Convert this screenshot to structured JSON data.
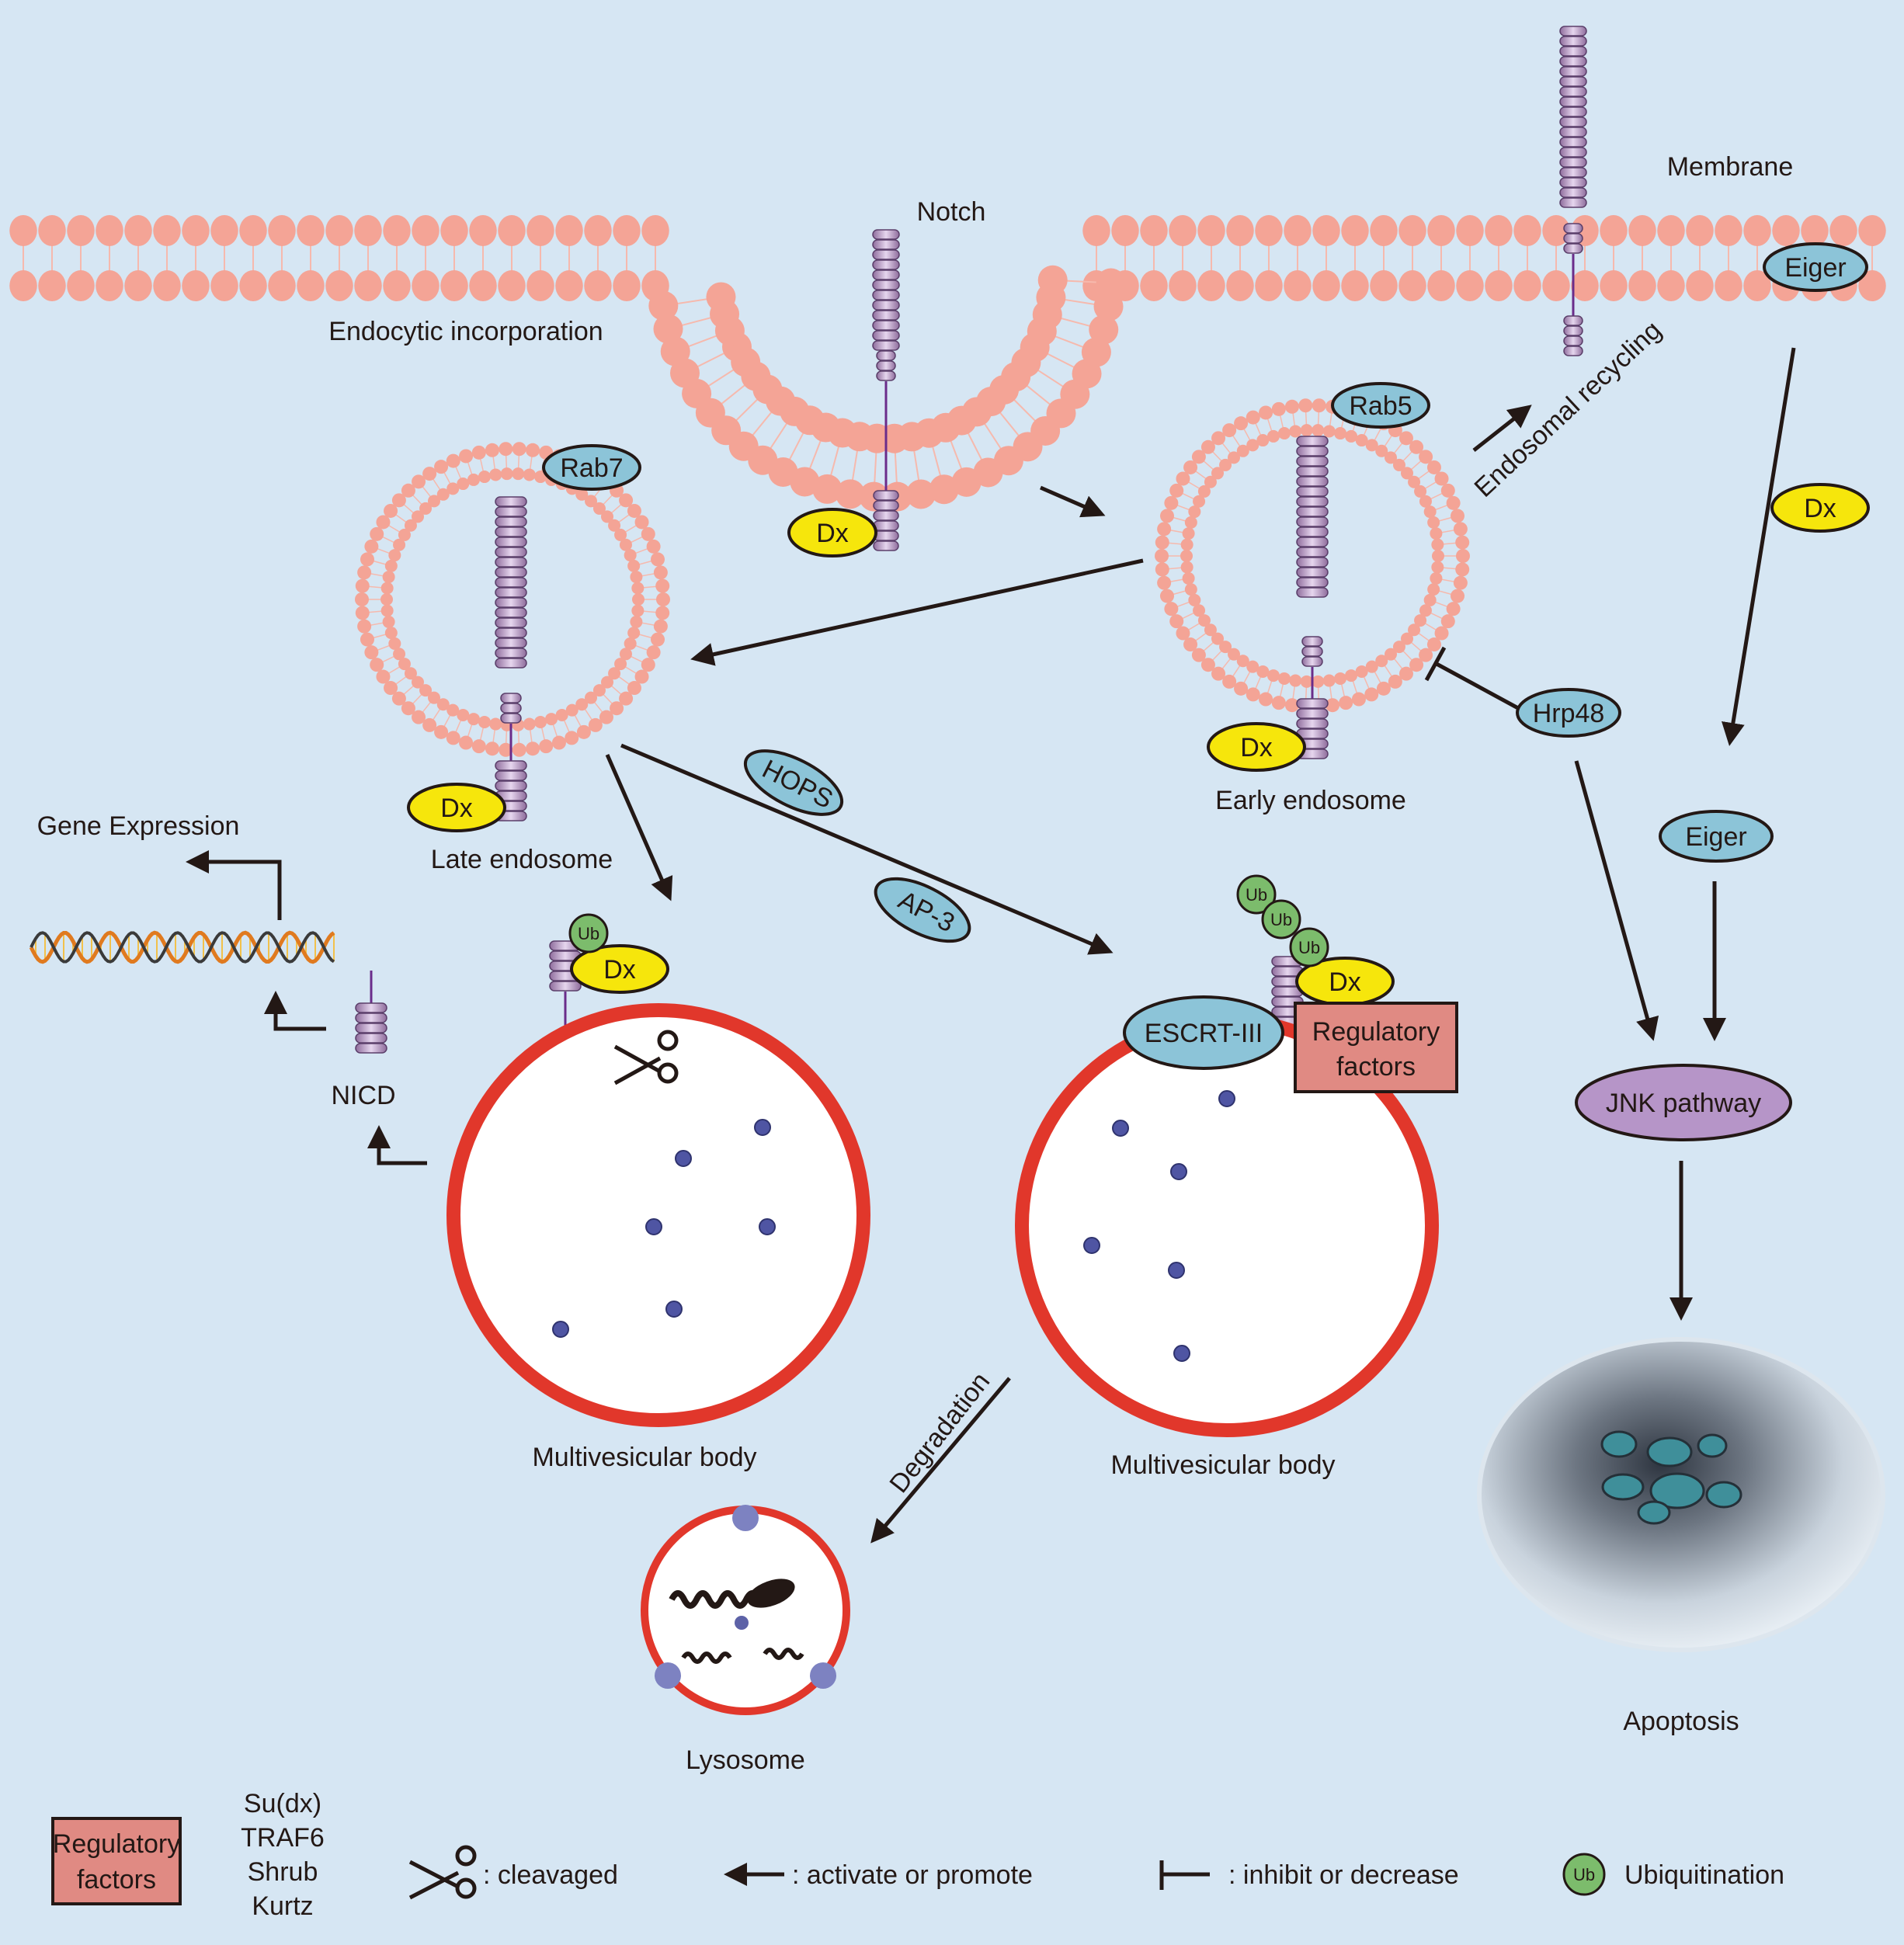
{
  "labels": {
    "membrane": "Membrane",
    "endocytic": "Endocytic incorporation",
    "notch": "Notch",
    "recycling": "Endosomal recycling",
    "early_endosome": "Early endosome",
    "late_endosome": "Late endosome",
    "gene_expression": "Gene Expression",
    "nicd": "NICD",
    "mvb_left": "Multivesicular body",
    "mvb_right": "Multivesicular body",
    "degradation": "Degradation",
    "lysosome": "Lysosome",
    "apoptosis": "Apoptosis"
  },
  "proteins": {
    "dx": "Dx",
    "rab5": "Rab5",
    "rab7": "Rab7",
    "eiger": "Eiger",
    "hrp48": "Hrp48",
    "hops": "HOPS",
    "ap3": "AP-3",
    "escrt": "ESCRT-III",
    "ub": "Ub",
    "jnk": "JNK pathway",
    "reg_line1": "Regulatory",
    "reg_line2": "factors"
  },
  "legend": {
    "reg_box_line1": "Regulatory",
    "reg_box_line2": "factors",
    "factors": [
      "Su(dx)",
      "TRAF6",
      "Shrub",
      "Kurtz"
    ],
    "cleaved": ": cleavaged",
    "activate": ": activate or promote",
    "inhibit": ": inhibit or decrease",
    "ubiquitination": "Ubiquitination"
  },
  "colors": {
    "background": "#d6e6f3",
    "lipid_head": "#f4a496",
    "receptor": "#cdb4d6",
    "dx_yellow": "#f6e60c",
    "protein_blue": "#8cc4d8",
    "ub_green": "#7cbc6c",
    "jnk_purple": "#b695c8",
    "mvb_red": "#e1372b",
    "reg_box": "#e08a83"
  }
}
